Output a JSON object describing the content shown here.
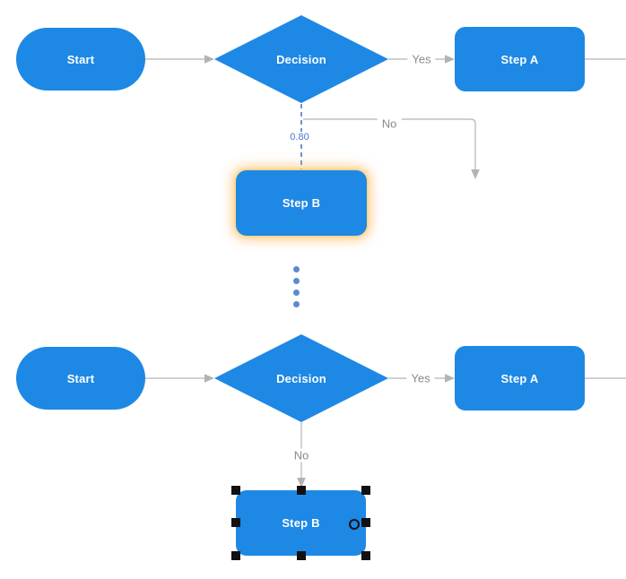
{
  "colors": {
    "canvas_bg": "#ffffff",
    "node_blue": "#1e88e5",
    "node_text": "#ffffff",
    "link_gray": "#b3b3b3",
    "label_gray": "#8a8a8a",
    "link_blue": "#4a77d0",
    "dots_blue": "#5d8ace",
    "handle_black": "#111111",
    "glow_orange": "#ffaf45"
  },
  "diagram_top": {
    "nodes": {
      "start": "Start",
      "decision": "Decision",
      "step_a": "Step A",
      "step_b": "Step B"
    },
    "edge_labels": {
      "yes": "Yes",
      "no": "No",
      "probability": "0.80"
    }
  },
  "separator": {
    "dot_count": 4
  },
  "diagram_bottom": {
    "nodes": {
      "start": "Start",
      "decision": "Decision",
      "step_a": "Step A",
      "step_b": "Step B"
    },
    "edge_labels": {
      "yes": "Yes",
      "no": "No"
    }
  }
}
